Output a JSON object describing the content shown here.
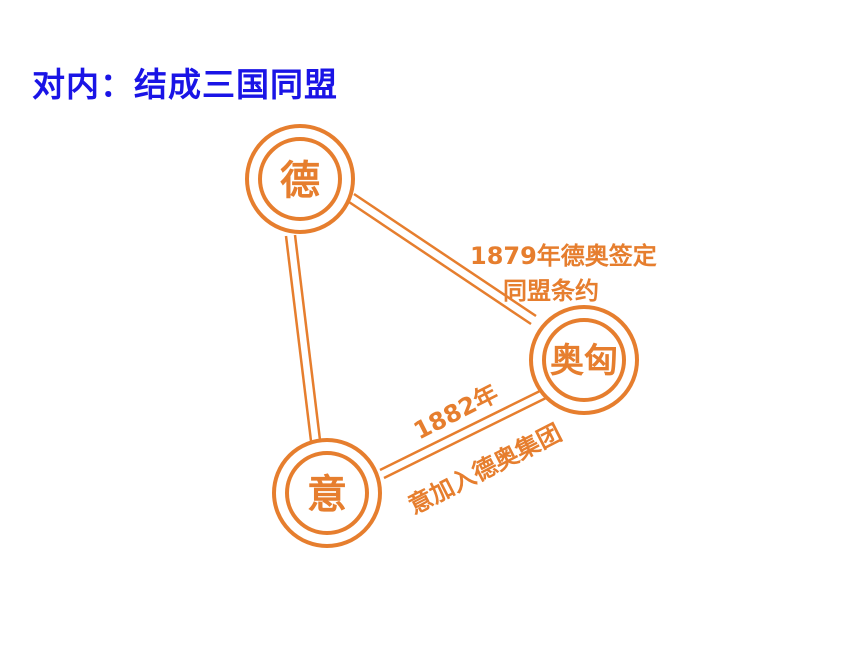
{
  "title": "对内：结成三国同盟",
  "colors": {
    "title": "#1a14e6",
    "accent": "#e67e2e"
  },
  "nodes": {
    "germany": "德",
    "austria": "奥匈",
    "italy": "意"
  },
  "edges": {
    "germany_austria": {
      "line1": "1879年德奥签定",
      "line2": "同盟条约"
    },
    "austria_italy": {
      "line1": "1882年",
      "line2": "意加入德奥集团"
    }
  }
}
